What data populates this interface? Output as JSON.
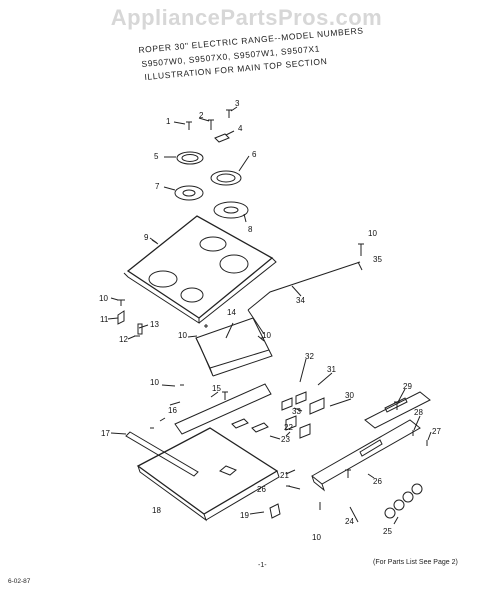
{
  "watermark": "AppliancePartsPros.com",
  "title": {
    "line1": "ROPER 30\" ELECTRIC RANGE--MODEL NUMBERS",
    "line2": "S9507W0, S9507X0, S9507W1, S9507X1",
    "line3": "ILLUSTRATION FOR MAIN TOP SECTION"
  },
  "callouts": [
    "1",
    "2",
    "3",
    "4",
    "5",
    "6",
    "7",
    "8",
    "9",
    "10",
    "35",
    "10",
    "34",
    "11",
    "13",
    "12",
    "10",
    "14",
    "10",
    "15",
    "16",
    "10",
    "17",
    "18",
    "19",
    "21",
    "22",
    "23",
    "26",
    "10",
    "24",
    "25",
    "26",
    "27",
    "28",
    "29",
    "30",
    "31",
    "32",
    "33"
  ],
  "footer": {
    "page_number": "-1-",
    "note": "(For Parts List See Page 2)",
    "code": "6-02-87"
  }
}
